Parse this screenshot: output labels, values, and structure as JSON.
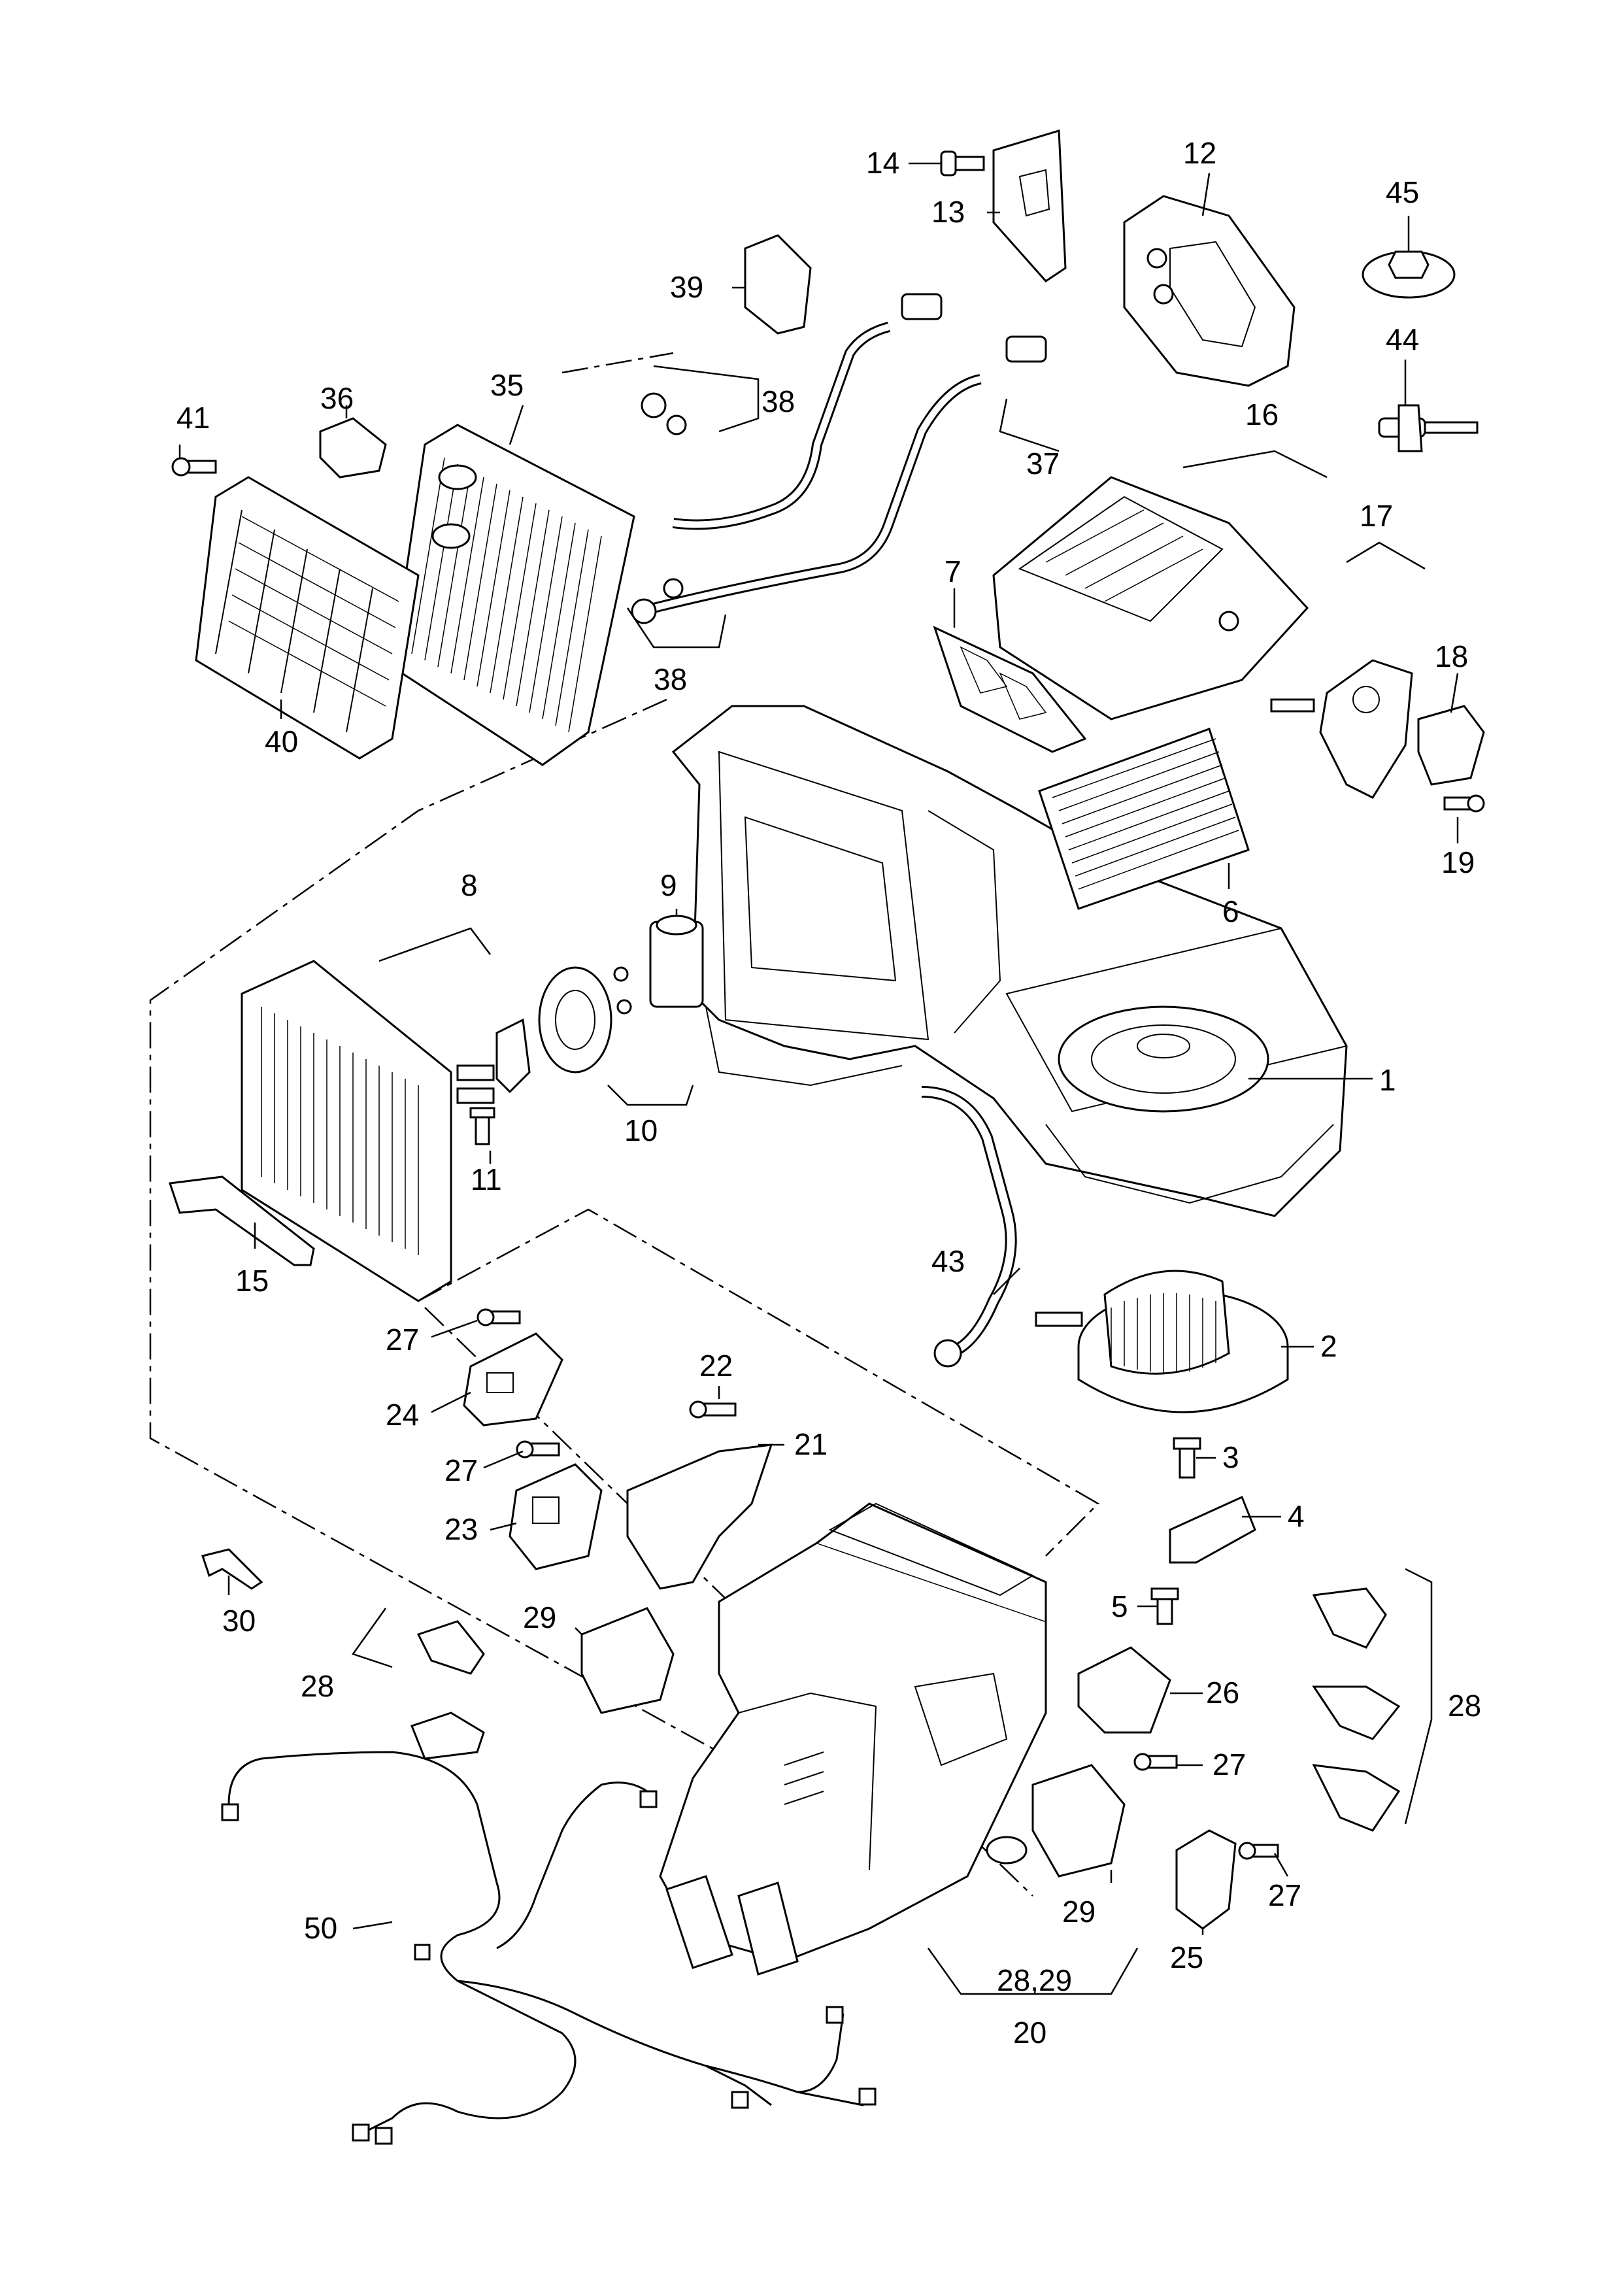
{
  "labels": {
    "p1": "1",
    "p2": "2",
    "p3": "3",
    "p4": "4",
    "p5": "5",
    "p6": "6",
    "p7": "7",
    "p8": "8",
    "p9": "9",
    "p10": "10",
    "p11": "11",
    "p12": "12",
    "p13": "13",
    "p14": "14",
    "p15": "15",
    "p16": "16",
    "p17": "17",
    "p18": "18",
    "p19": "19",
    "p20": "20",
    "p21": "21",
    "p22": "22",
    "p23": "23",
    "p24": "24",
    "p25": "25",
    "p26": "26",
    "p27": "27",
    "p28": "28",
    "p29": "29",
    "p30": "30",
    "p35": "35",
    "p36": "36",
    "p37": "37",
    "p38": "38",
    "p39": "39",
    "p40": "40",
    "p41": "41",
    "p43": "43",
    "p44": "44",
    "p45": "45",
    "p50": "50",
    "p2829": "28,29"
  }
}
